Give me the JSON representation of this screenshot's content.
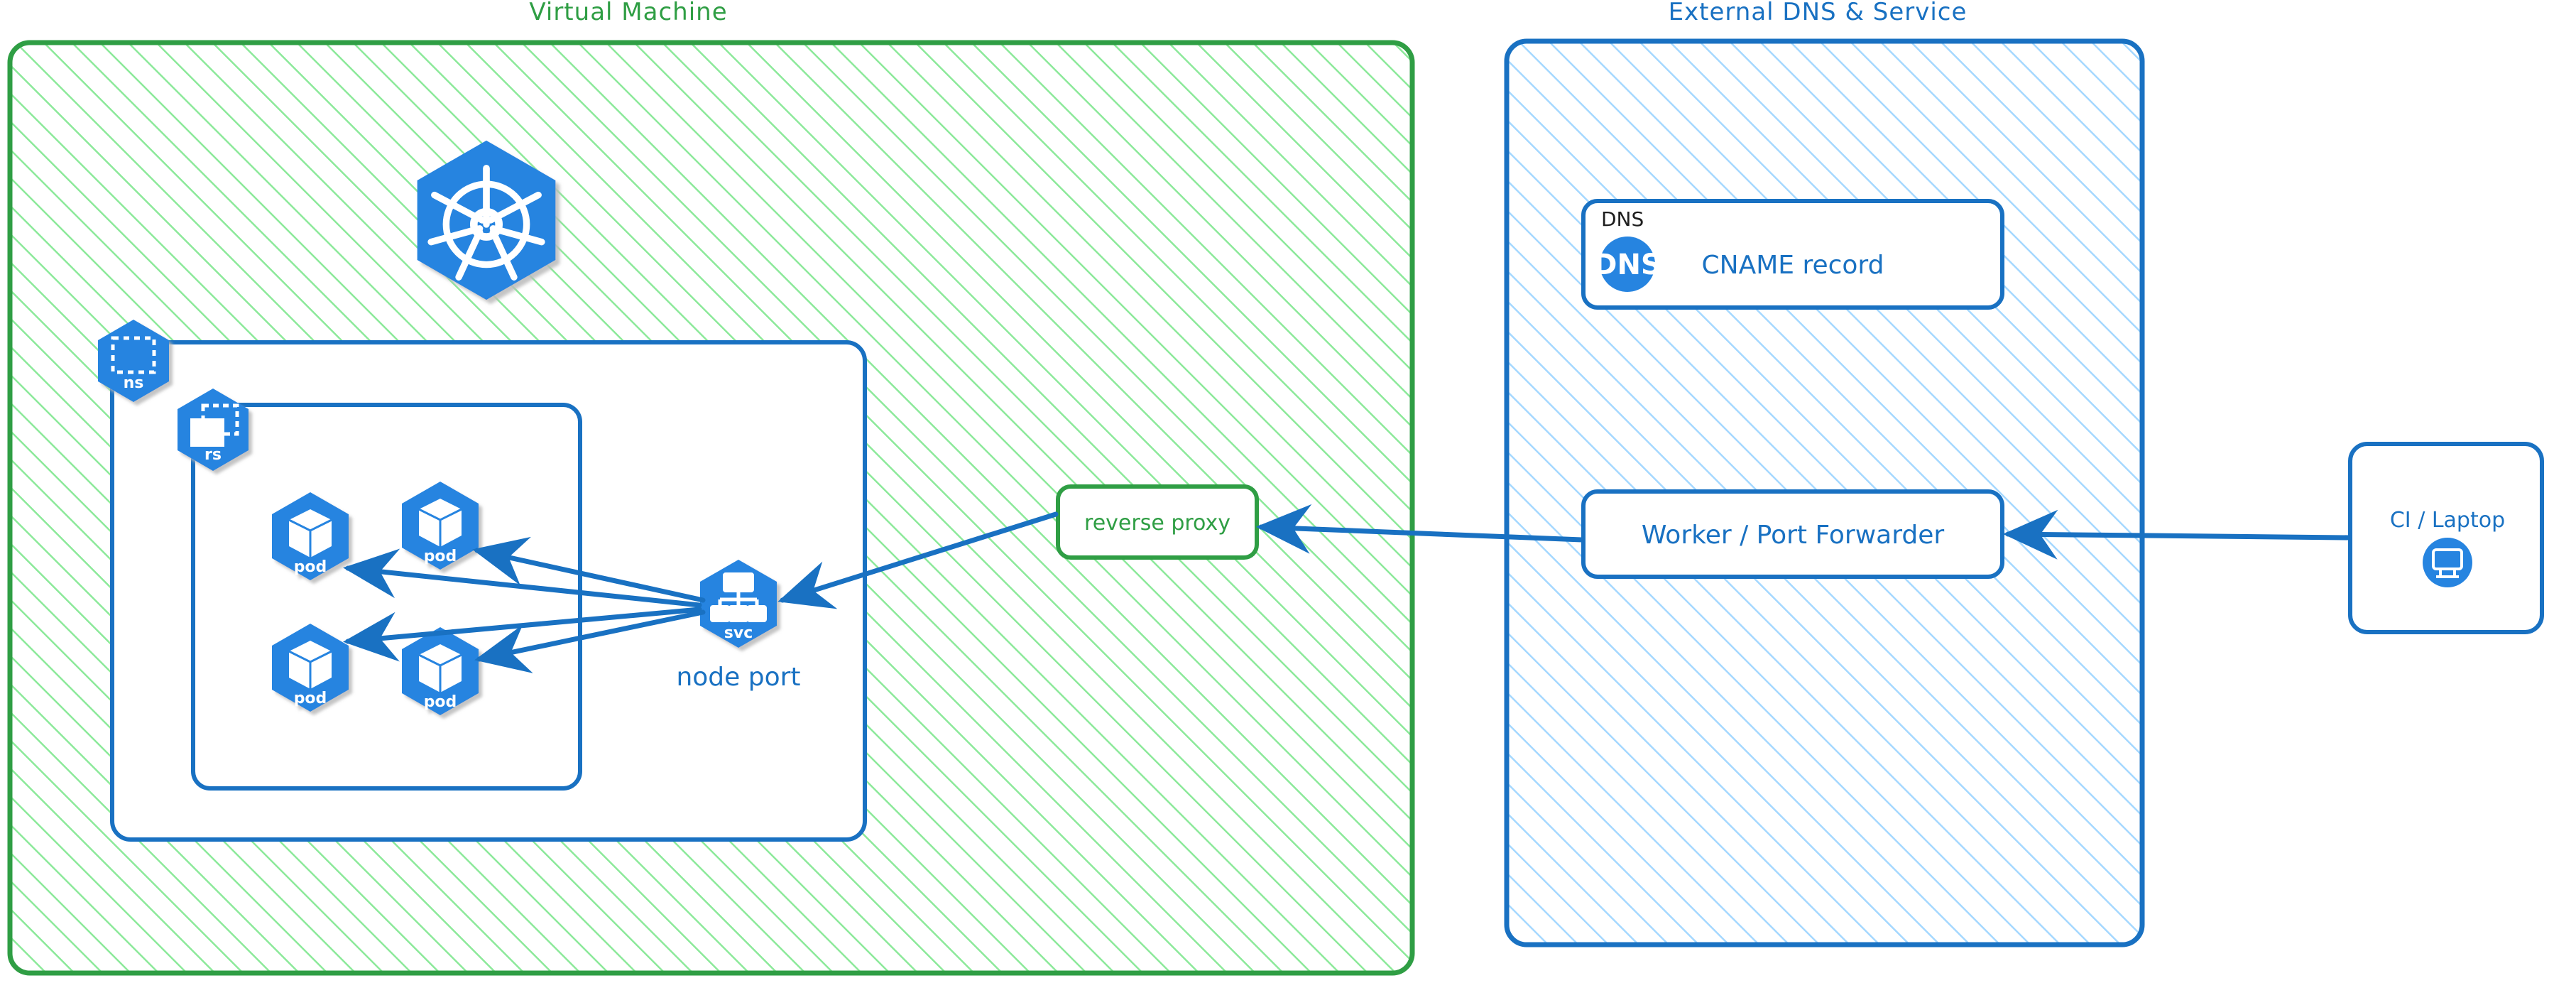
{
  "diagram": {
    "title_vm": "Virtual Machine",
    "title_ext": "External DNS & Service",
    "colors": {
      "green_stroke": "#2f9e44",
      "green_hatch": "#8ce99a",
      "blue_stroke": "#1971c2",
      "blue_hatch": "#a5d8ff",
      "k8s_blue": "#2684e0",
      "arrow_blue": "#1971c2",
      "black_text": "#1e1e1e",
      "white": "#ffffff"
    }
  },
  "vm_group": {
    "label": "Virtual Machine",
    "k8s_logo_name": "kubernetes-logo",
    "namespace": {
      "icon_caption": "ns",
      "icon_name": "namespace-icon"
    },
    "replicaset": {
      "icon_caption": "rs",
      "icon_name": "replicaset-icon"
    },
    "pods": [
      {
        "caption": "pod",
        "name": "pod-1"
      },
      {
        "caption": "pod",
        "name": "pod-2"
      },
      {
        "caption": "pod",
        "name": "pod-3"
      },
      {
        "caption": "pod",
        "name": "pod-4"
      }
    ],
    "service": {
      "icon_caption": "svc",
      "label": "node port",
      "icon_name": "service-icon"
    },
    "reverse_proxy": {
      "label": "reverse proxy"
    }
  },
  "external_group": {
    "label": "External DNS & Service",
    "dns_card": {
      "tag": "DNS",
      "badge": "DNS",
      "label": "CNAME record"
    },
    "worker_card": {
      "label": "Worker / Port Forwarder"
    }
  },
  "client": {
    "label": "CI / Laptop",
    "icon_name": "desktop-monitor-icon"
  },
  "connections": [
    {
      "name": "ci-to-worker",
      "from": "CI / Laptop",
      "to": "Worker / Port Forwarder"
    },
    {
      "name": "worker-to-reverse-proxy",
      "from": "Worker / Port Forwarder",
      "to": "reverse proxy"
    },
    {
      "name": "reverse-proxy-to-node-port",
      "from": "reverse proxy",
      "to": "node port"
    },
    {
      "name": "svc-to-pod-1",
      "from": "node port",
      "to": "pod-1"
    },
    {
      "name": "svc-to-pod-2",
      "from": "node port",
      "to": "pod-2"
    },
    {
      "name": "svc-to-pod-3",
      "from": "node port",
      "to": "pod-3"
    },
    {
      "name": "svc-to-pod-4",
      "from": "node port",
      "to": "pod-4"
    }
  ]
}
